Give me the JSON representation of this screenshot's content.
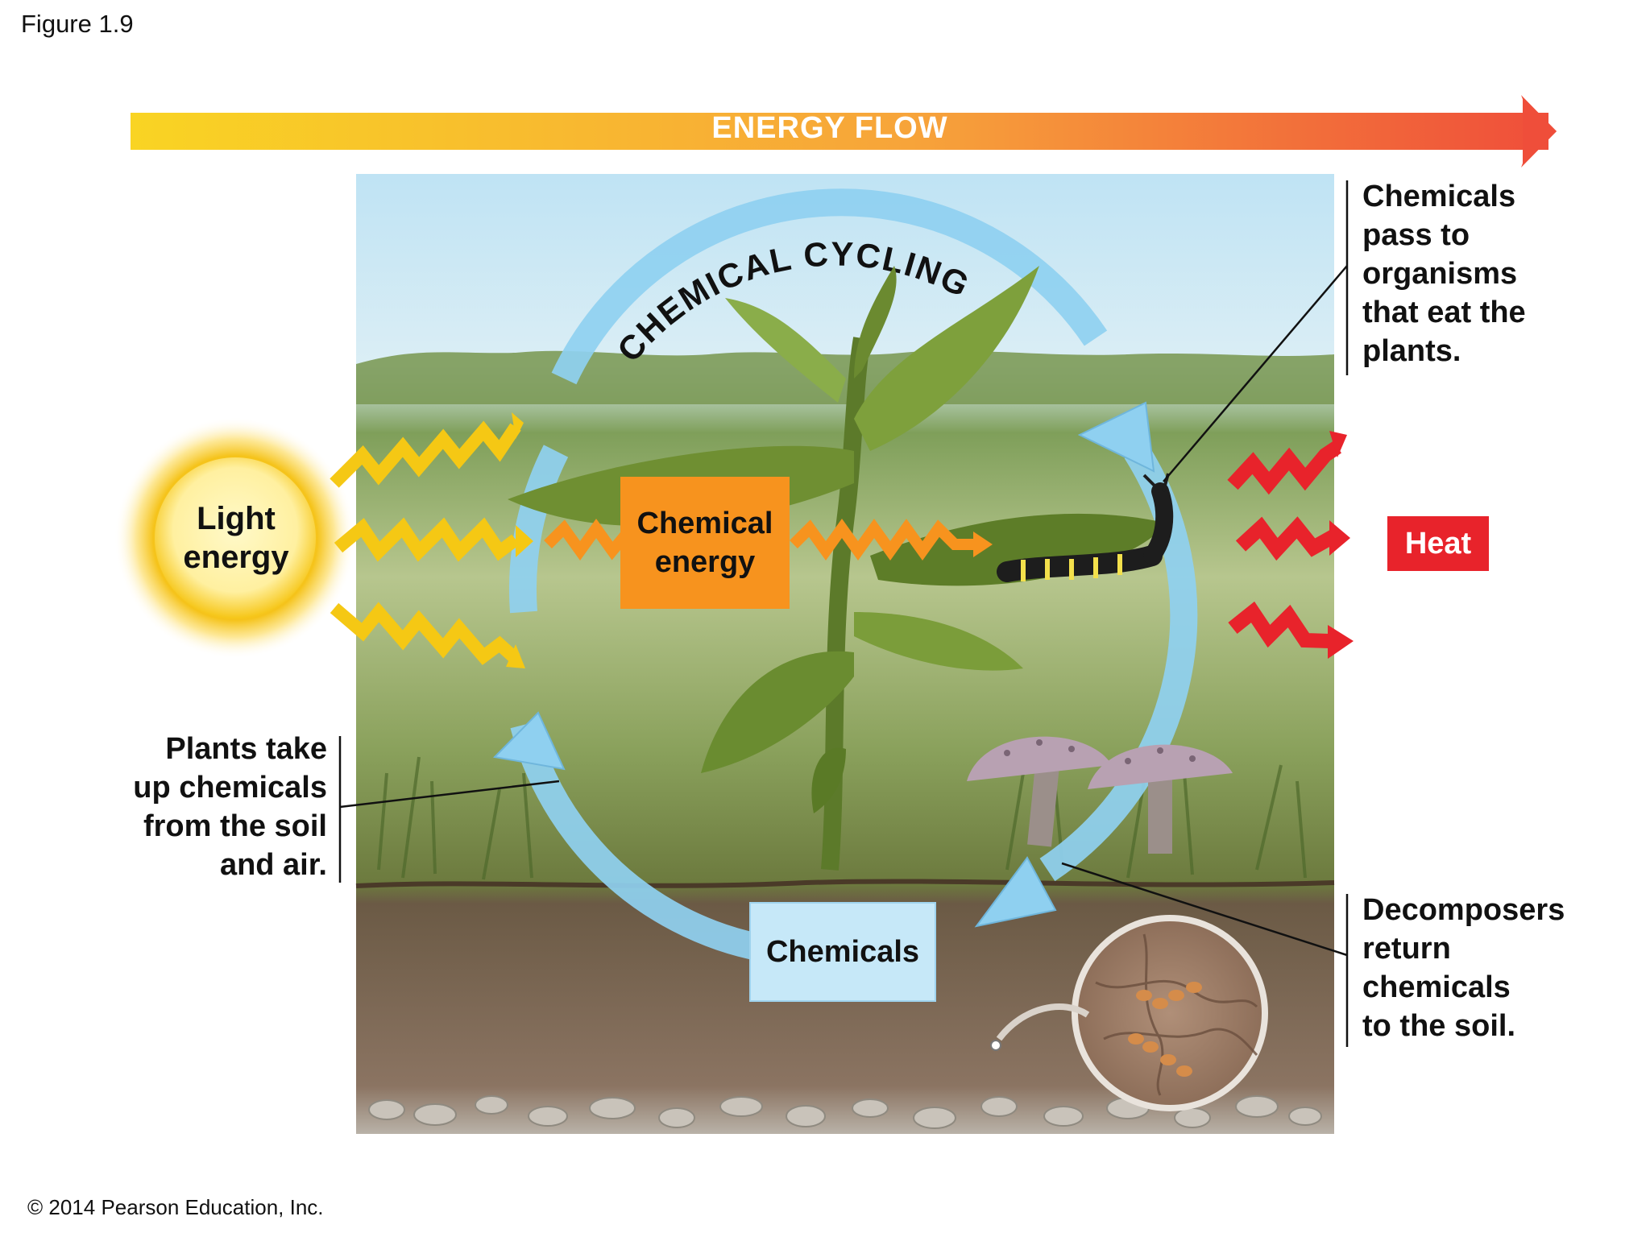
{
  "figure_label": "Figure 1.9",
  "energy_flow_label": "ENERGY FLOW",
  "chemical_cycling_label": "CHEMICAL CYCLING",
  "light_energy_label": "Light\nenergy",
  "chemical_energy_label": "Chemical\nenergy",
  "chemicals_label": "Chemicals",
  "heat_label": "Heat",
  "callouts": {
    "consumers": "Chemicals\npass to\norganisms\nthat eat the\nplants.",
    "plants": "Plants take\nup chemicals\nfrom the soil\nand air.",
    "decomposers": "Decomposers\nreturn\nchemicals\nto the soil."
  },
  "copyright": "© 2014 Pearson Education, Inc.",
  "colors": {
    "energy_flow_start": "#f9d423",
    "energy_flow_end": "#ef4e3a",
    "sun": "#ffd21f",
    "chemical_energy_box": "#f7931e",
    "chemicals_box": "#c6e8f8",
    "cycle_arrow": "#8fd0f0",
    "heat": "#e8232b"
  },
  "icons": [
    "sun-icon",
    "plant-icon",
    "caterpillar-icon",
    "mushroom-icon",
    "decomposer-magnifier-icon",
    "light-wave-icon",
    "heat-wave-icon"
  ]
}
